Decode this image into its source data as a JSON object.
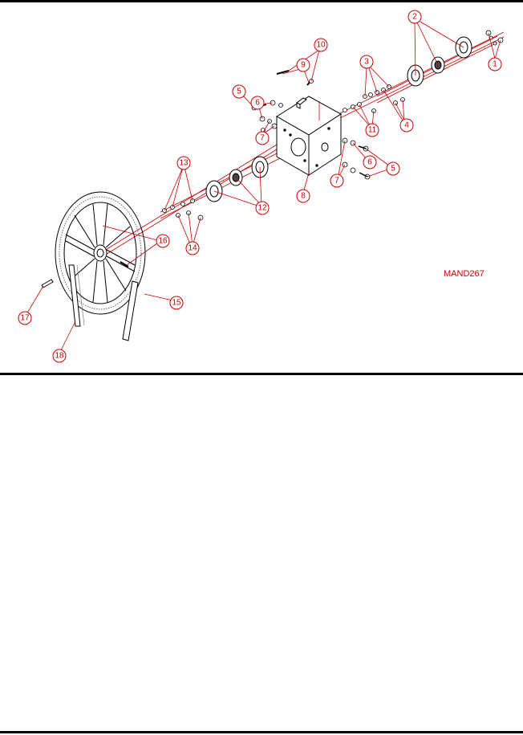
{
  "drawing": {
    "id": "MAND267",
    "callouts": [
      "1",
      "2",
      "3",
      "4",
      "5",
      "6",
      "7",
      "8",
      "9",
      "10",
      "11",
      "12",
      "13",
      "14",
      "15",
      "16",
      "17",
      "18"
    ],
    "colors": {
      "line": "#000000",
      "callout": "#cc0000",
      "hatch": "#555555"
    }
  }
}
